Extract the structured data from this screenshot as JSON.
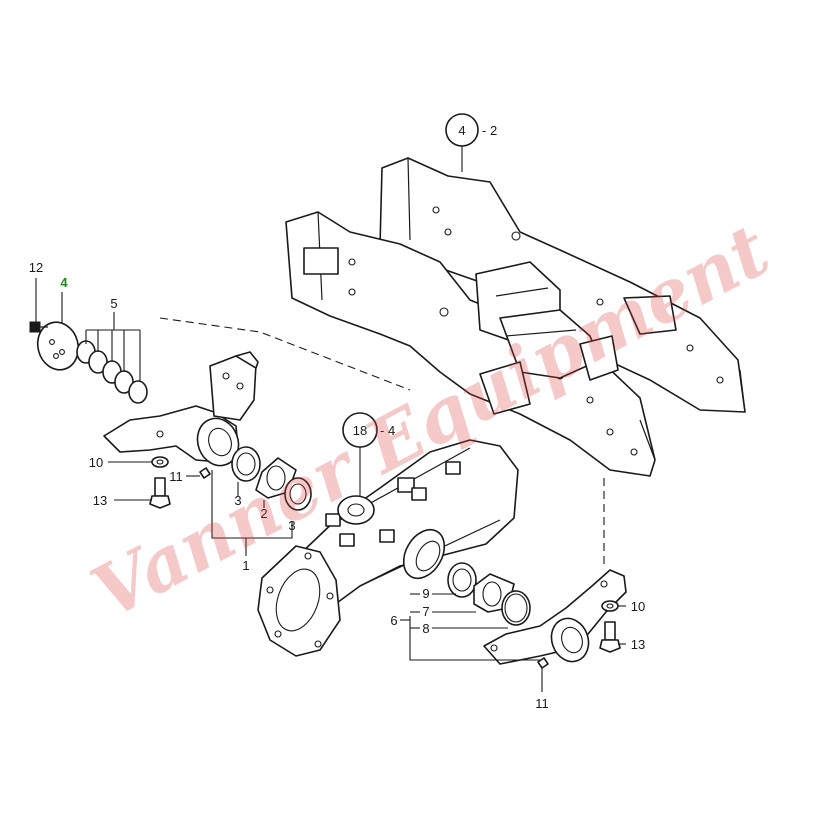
{
  "diagram": {
    "callouts": [
      {
        "id": "c-4-2",
        "text": "4",
        "suffix": "- 2"
      },
      {
        "id": "c-18-4",
        "text": "18",
        "suffix": "- 4"
      }
    ],
    "labels": {
      "l12": "12",
      "l4": "4",
      "l5": "5",
      "l10a": "10",
      "l11a": "11",
      "l13a": "13",
      "l3a": "3",
      "l2": "2",
      "l3b": "3",
      "l1": "1",
      "l9": "9",
      "l6": "6",
      "l7": "7",
      "l8": "8",
      "l10b": "10",
      "l13b": "13",
      "l11b": "11"
    },
    "colors": {
      "line": "#1a1a1a",
      "highlight_label": "#1f8a1f",
      "watermark": "#e04040"
    }
  },
  "watermark": {
    "text": "Vanner Equipment"
  }
}
